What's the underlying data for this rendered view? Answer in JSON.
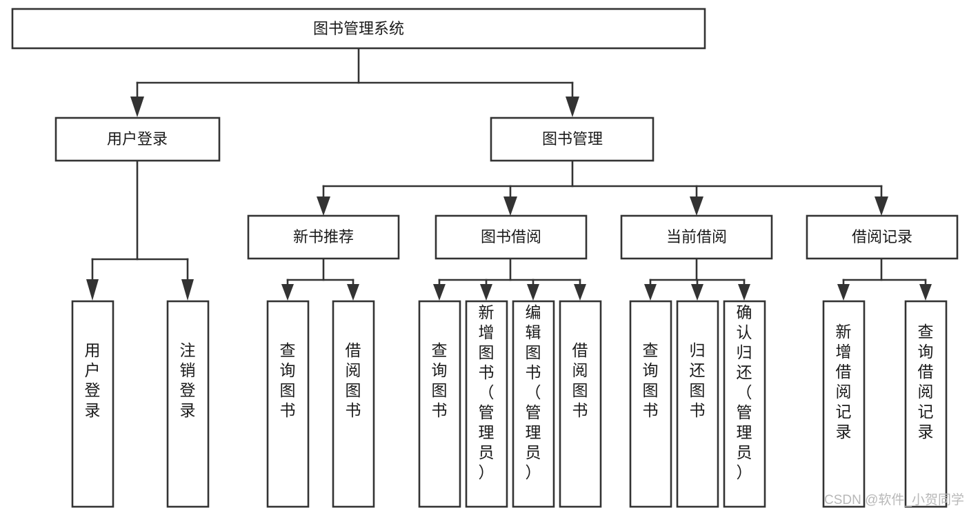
{
  "diagram": {
    "type": "hierarchy-tree",
    "title": "图书管理系统",
    "root": {
      "id": "root",
      "label": "图书管理系统"
    },
    "level1": [
      {
        "id": "user-login",
        "label": "用户登录"
      },
      {
        "id": "book-manage",
        "label": "图书管理"
      }
    ],
    "level2": [
      {
        "id": "new-book-recommend",
        "label": "新书推荐",
        "parent": "book-manage"
      },
      {
        "id": "book-borrow",
        "label": "图书借阅",
        "parent": "book-manage"
      },
      {
        "id": "current-borrow",
        "label": "当前借阅",
        "parent": "book-manage"
      },
      {
        "id": "borrow-record",
        "label": "借阅记录",
        "parent": "book-manage"
      }
    ],
    "leaves": [
      {
        "id": "leaf-user-login",
        "label": "用户登录",
        "parent": "user-login"
      },
      {
        "id": "leaf-logout-login",
        "label": "注销登录",
        "parent": "user-login"
      },
      {
        "id": "leaf-query-book-1",
        "label": "查询图书",
        "parent": "new-book-recommend"
      },
      {
        "id": "leaf-borrow-book-1",
        "label": "借阅图书",
        "parent": "new-book-recommend"
      },
      {
        "id": "leaf-query-book-2",
        "label": "查询图书",
        "parent": "book-borrow"
      },
      {
        "id": "leaf-add-book",
        "label": "新增图书（管理员）",
        "parent": "book-borrow"
      },
      {
        "id": "leaf-edit-book",
        "label": "编辑图书（管理员）",
        "parent": "book-borrow"
      },
      {
        "id": "leaf-borrow-book-2",
        "label": "借阅图书",
        "parent": "book-borrow"
      },
      {
        "id": "leaf-query-book-3",
        "label": "查询图书",
        "parent": "current-borrow"
      },
      {
        "id": "leaf-return-book",
        "label": "归还图书",
        "parent": "current-borrow"
      },
      {
        "id": "leaf-confirm-return",
        "label": "确认归还（管理员）",
        "parent": "current-borrow"
      },
      {
        "id": "leaf-add-record",
        "label": "新增借阅记录",
        "parent": "borrow-record"
      },
      {
        "id": "leaf-query-record",
        "label": "查询借阅记录",
        "parent": "borrow-record"
      }
    ]
  },
  "watermark": {
    "text": "CSDN @软件_小贺同学"
  },
  "colors": {
    "stroke": "#333333",
    "fill": "#ffffff",
    "text": "#1a1a1a",
    "watermark": "#b8b8b8"
  }
}
